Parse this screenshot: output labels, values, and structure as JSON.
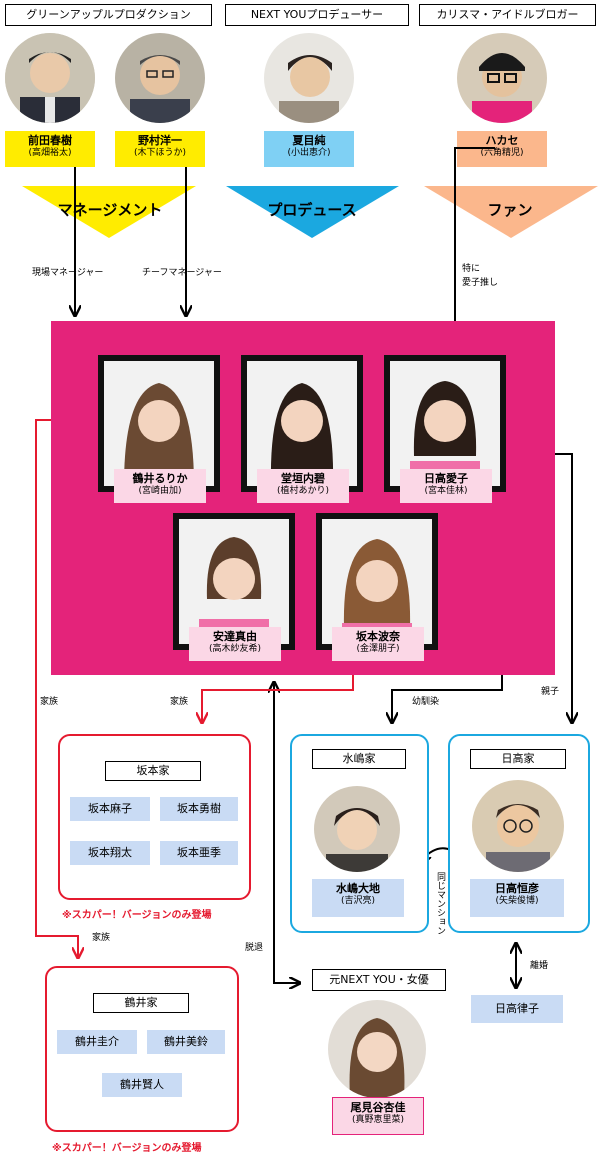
{
  "headers": {
    "agency": "グリーンアップルプロダクション",
    "producer": "NEXT YOUプロデューサー",
    "blogger": "カリスマ・アイドルブロガー"
  },
  "people": {
    "maeda": {
      "name": "前田春樹",
      "actor": "(高畑裕太)"
    },
    "nomura": {
      "name": "野村洋一",
      "actor": "(木下ほうか)"
    },
    "natsume": {
      "name": "夏目純",
      "actor": "(小出恵介)"
    },
    "hakase": {
      "name": "ハカセ",
      "actor": "(六角精児)"
    },
    "tsurui": {
      "name": "鶴井るりか",
      "actor": "(宮崎由加)"
    },
    "dogaki": {
      "name": "堂垣内碧",
      "actor": "(植村あかり)"
    },
    "hidaka_aiko": {
      "name": "日高愛子",
      "actor": "(宮本佳林)"
    },
    "adachi": {
      "name": "安達真由",
      "actor": "(高木紗友希)"
    },
    "sakamoto_hana": {
      "name": "坂本波奈",
      "actor": "(金澤朋子)"
    },
    "mizushima": {
      "name": "水嶋大地",
      "actor": "(吉沢亮)"
    },
    "hidaka_tsunehiko": {
      "name": "日高恒彦",
      "actor": "(矢柴俊博)"
    },
    "obiya": {
      "name": "尾見谷杏佳",
      "actor": "(真野恵里菜)"
    }
  },
  "arrows": {
    "management": "マネージメント",
    "produce": "プロデュース",
    "fan": "ファン"
  },
  "labels": {
    "field_manager": "現場マネージャー",
    "chief_manager": "チーフマネージャー",
    "especially": "特に\n愛子推し",
    "family_left": "家族",
    "family_mid": "家族",
    "family_tsurui": "家族",
    "childhood": "幼馴染",
    "parent_child": "親子",
    "same_mansion": "同じマンション",
    "retired": "脱退",
    "divorce": "離婚"
  },
  "families": {
    "sakamoto": {
      "title": "坂本家",
      "members": [
        "坂本麻子",
        "坂本勇樹",
        "坂本翔太",
        "坂本亜季"
      ],
      "note": "※スカパー！バージョンのみ登場"
    },
    "tsurui": {
      "title": "鶴井家",
      "members": [
        "鶴井圭介",
        "鶴井美鈴",
        "鶴井賢人"
      ],
      "note": "※スカパー！バージョンのみ登場"
    },
    "mizushima": {
      "title": "水嶋家"
    },
    "hidaka": {
      "title": "日高家"
    },
    "former": {
      "title": "元NEXT YOU・女優"
    }
  },
  "hidaka_ritsuko": "日高律子",
  "colors": {
    "magenta": "#e4237a",
    "red": "#e51a2f",
    "blue": "#1ba8e0",
    "yellow": "#ffec00",
    "skyblue": "#7fd0f4",
    "salmon": "#fbb78c",
    "pink": "#fbd7e6",
    "lavender": "#c9dbf4"
  }
}
